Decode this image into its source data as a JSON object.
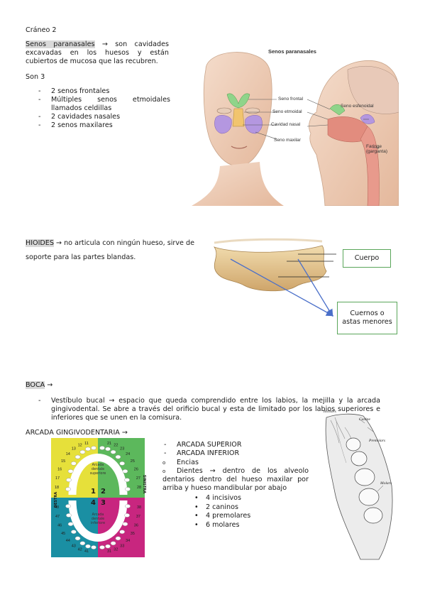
{
  "title": "Cráneo 2",
  "senos": {
    "term": "Senos paranasales",
    "def": " → son cavidades excavadas en los huesos y están cubiertos de mucosa que las recubren.",
    "son": "Son 3",
    "items": [
      "2 senos frontales",
      "Múltiples senos etmoidales llamados celdillas",
      "2 cavidades nasales",
      "2 senos maxilares"
    ]
  },
  "senos_figure": {
    "title": "Senos paranasales",
    "labels": {
      "frontal": "Seno frontal",
      "etmoidal": "Seno etmoidal",
      "nasal": "Cavidad nasal",
      "maxilar": "Seno maxilar",
      "esfenoidal": "Seno esfenoidal",
      "faringe": "Faringe\n(garganta)"
    }
  },
  "hioides": {
    "term": "HIOIDES",
    "def": " → no articula con ningún hueso, sirve de soporte para las partes blandas.",
    "label_body": "Cuerpo",
    "label_horns": "Cuernos o astas menores"
  },
  "boca": {
    "term": "BOCA",
    "arrow": " →",
    "vestibulo": "Vestíbulo bucal → espacio que queda comprendido entre los labios, la mejilla y la arcada gingivodental. Se abre a través del orificio bucal y esta de limitado por los labios superiores e inferiores que se unen en la comisura.",
    "arcada_title": "ARCADA GINGIVODENTARIA →",
    "list": [
      "ARCADA SUPERIOR",
      "ARCADA INFERIOR"
    ],
    "encias": "Encias",
    "dientes": "Dientes → dentro de los alveolo dentarios dentro del hueso maxilar por arriba y hueso mandibular por abajo",
    "teeth": [
      "4 incisivos",
      "2 caninos",
      "4 premolares",
      "6 molares"
    ]
  },
  "dental_chart": {
    "upper_label": "Arcada dentale superiore",
    "lower_label": "Arcada dentale inferiore",
    "left_side": "DESTRA",
    "right_side": "SINISTRA",
    "quadrants": [
      "1",
      "2",
      "3",
      "4"
    ],
    "upper_right": [
      "11",
      "12",
      "13",
      "14",
      "15",
      "16",
      "17",
      "18"
    ],
    "upper_left": [
      "21",
      "22",
      "23",
      "24",
      "25",
      "26",
      "27",
      "28"
    ],
    "lower_left": [
      "31",
      "32",
      "33",
      "34",
      "35",
      "36",
      "37",
      "38"
    ],
    "lower_right": [
      "41",
      "42",
      "43",
      "44",
      "45",
      "46",
      "47",
      "48"
    ]
  },
  "jaw_figure": {
    "labels": {
      "incisors": "Incisors",
      "canine": "Canine",
      "premolars": "Premolars",
      "molars": "Molars"
    }
  },
  "colors": {
    "q1": "#e6e03a",
    "q2": "#5cb85c",
    "q3": "#c8267f",
    "q4": "#1a8fa3",
    "box_border": "#5aa65a",
    "arrow": "#4a6fc9"
  }
}
